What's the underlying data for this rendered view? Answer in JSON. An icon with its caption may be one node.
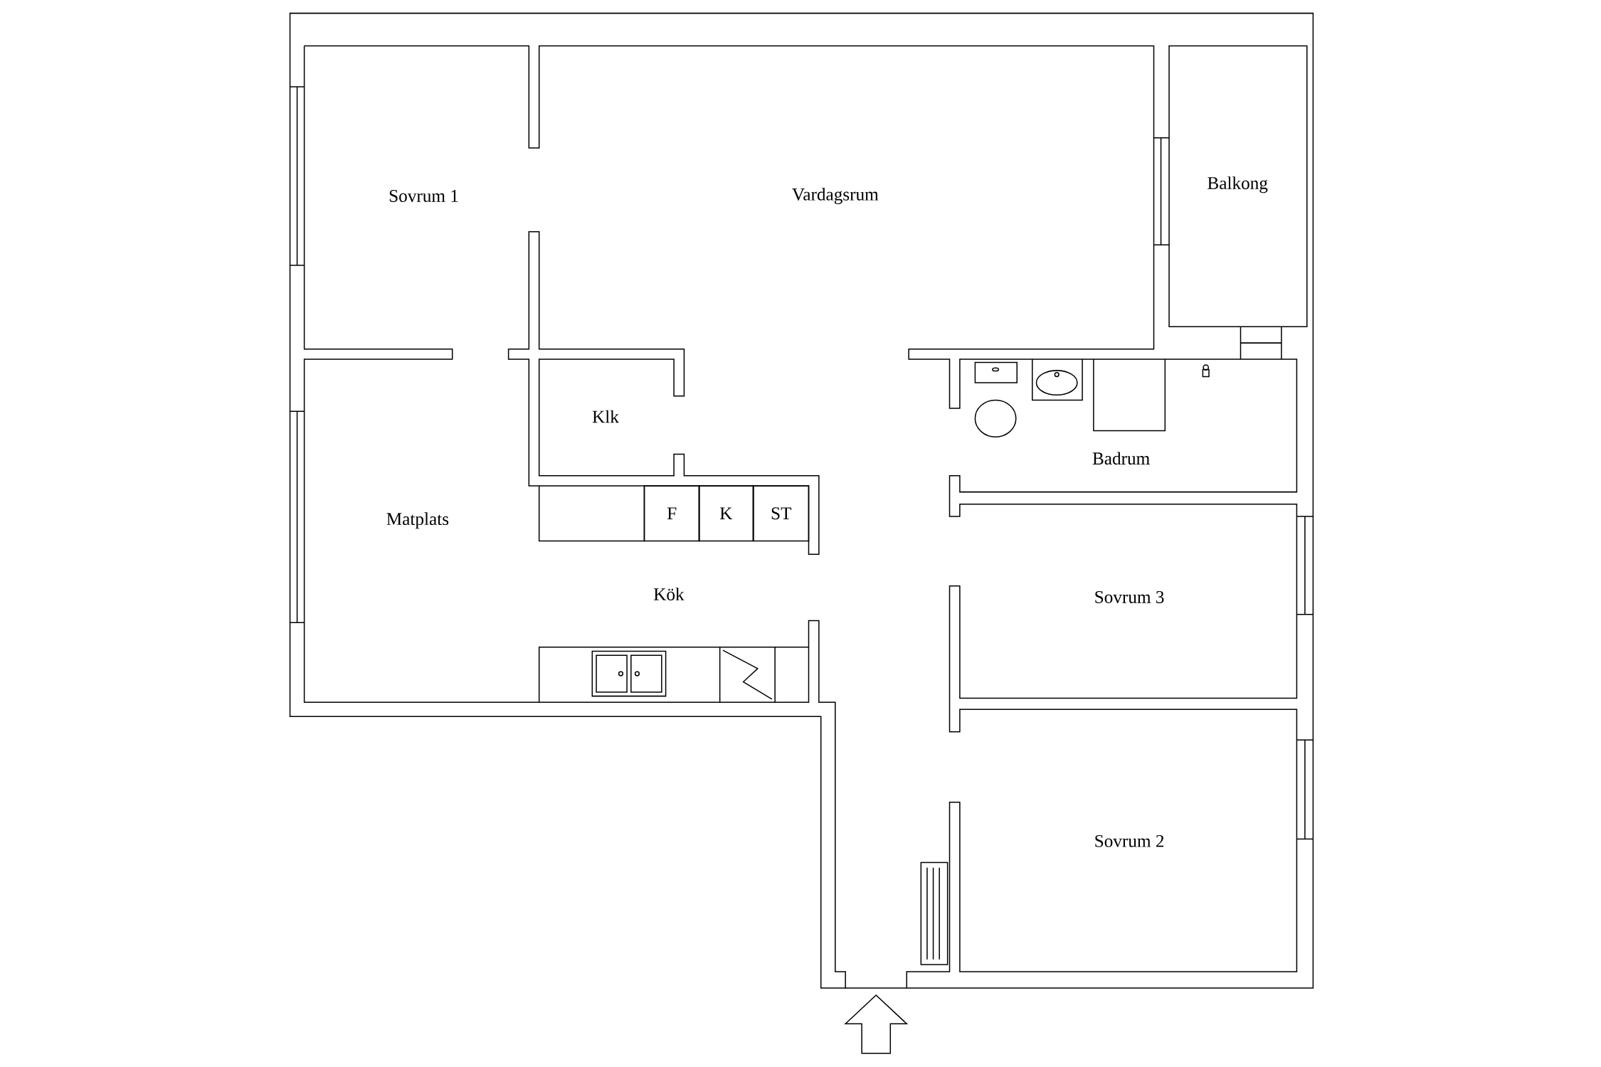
{
  "diagram": {
    "nodes": [
      {
        "text": [
          "F"
        ]
      },
      {
        "text": [
          "K"
        ]
      },
      {
        "text": [
          "ST"
        ]
      }
    ],
    "labels": [
      "Sovrum 1",
      "Vardagsrum",
      "Balkong",
      "Klk",
      "Badrum",
      "Matplats",
      "Kök",
      "Sovrum 3",
      "Sovrum 2"
    ]
  }
}
